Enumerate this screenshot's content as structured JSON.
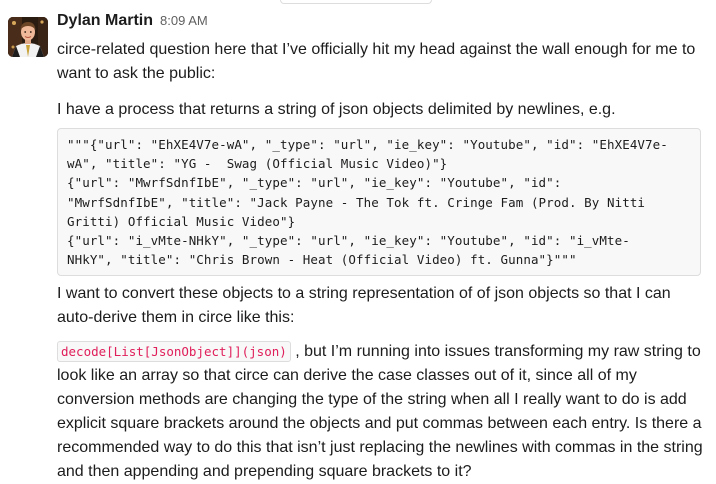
{
  "message": {
    "author": "Dylan Martin",
    "timestamp": "8:09 AM",
    "paragraph1": "circe-related question here that I’ve officially hit my head against the wall enough for me to want to ask the public:",
    "paragraph2": "I have a process that returns a string of json objects delimited by newlines, e.g.",
    "code_lines": [
      "\"\"\"{\"url\": \"EhXE4V7e-wA\", \"_type\": \"url\", \"ie_key\": \"Youtube\", \"id\": \"EhXE4V7e-",
      "wA\", \"title\": \"YG -  Swag (Official Music Video)\"}",
      "{\"url\": \"MwrfSdnfIbE\", \"_type\": \"url\", \"ie_key\": \"Youtube\", \"id\":",
      "\"MwrfSdnfIbE\", \"title\": \"Jack Payne - The Tok ft. Cringe Fam (Prod. By Nitti",
      "Gritti) Official Music Video\"}",
      "{\"url\": \"i_vMte-NHkY\", \"_type\": \"url\", \"ie_key\": \"Youtube\", \"id\": \"i_vMte-",
      "NHkY\", \"title\": \"Chris Brown - Heat (Official Video) ft. Gunna\"}\"\"\""
    ],
    "paragraph3": "I want to convert these objects to a string representation of of json objects so that I can auto-derive them in circe like this:",
    "inline_code": "decode[List[JsonObject]](json)",
    "paragraph4_rest": " , but I’m running into issues transforming my raw string to look like an array so that circe can derive the case classes out of it, since all of my conversion methods are changing the type of the string when all I really want to do is add explicit square brackets around the objects and put commas between each entry.  Is there a recommended way to do this that isn’t just replacing the newlines with commas in the string and then appending and prepending square brackets to it?"
  },
  "icons": {
    "avatar": "user-avatar-photo"
  }
}
